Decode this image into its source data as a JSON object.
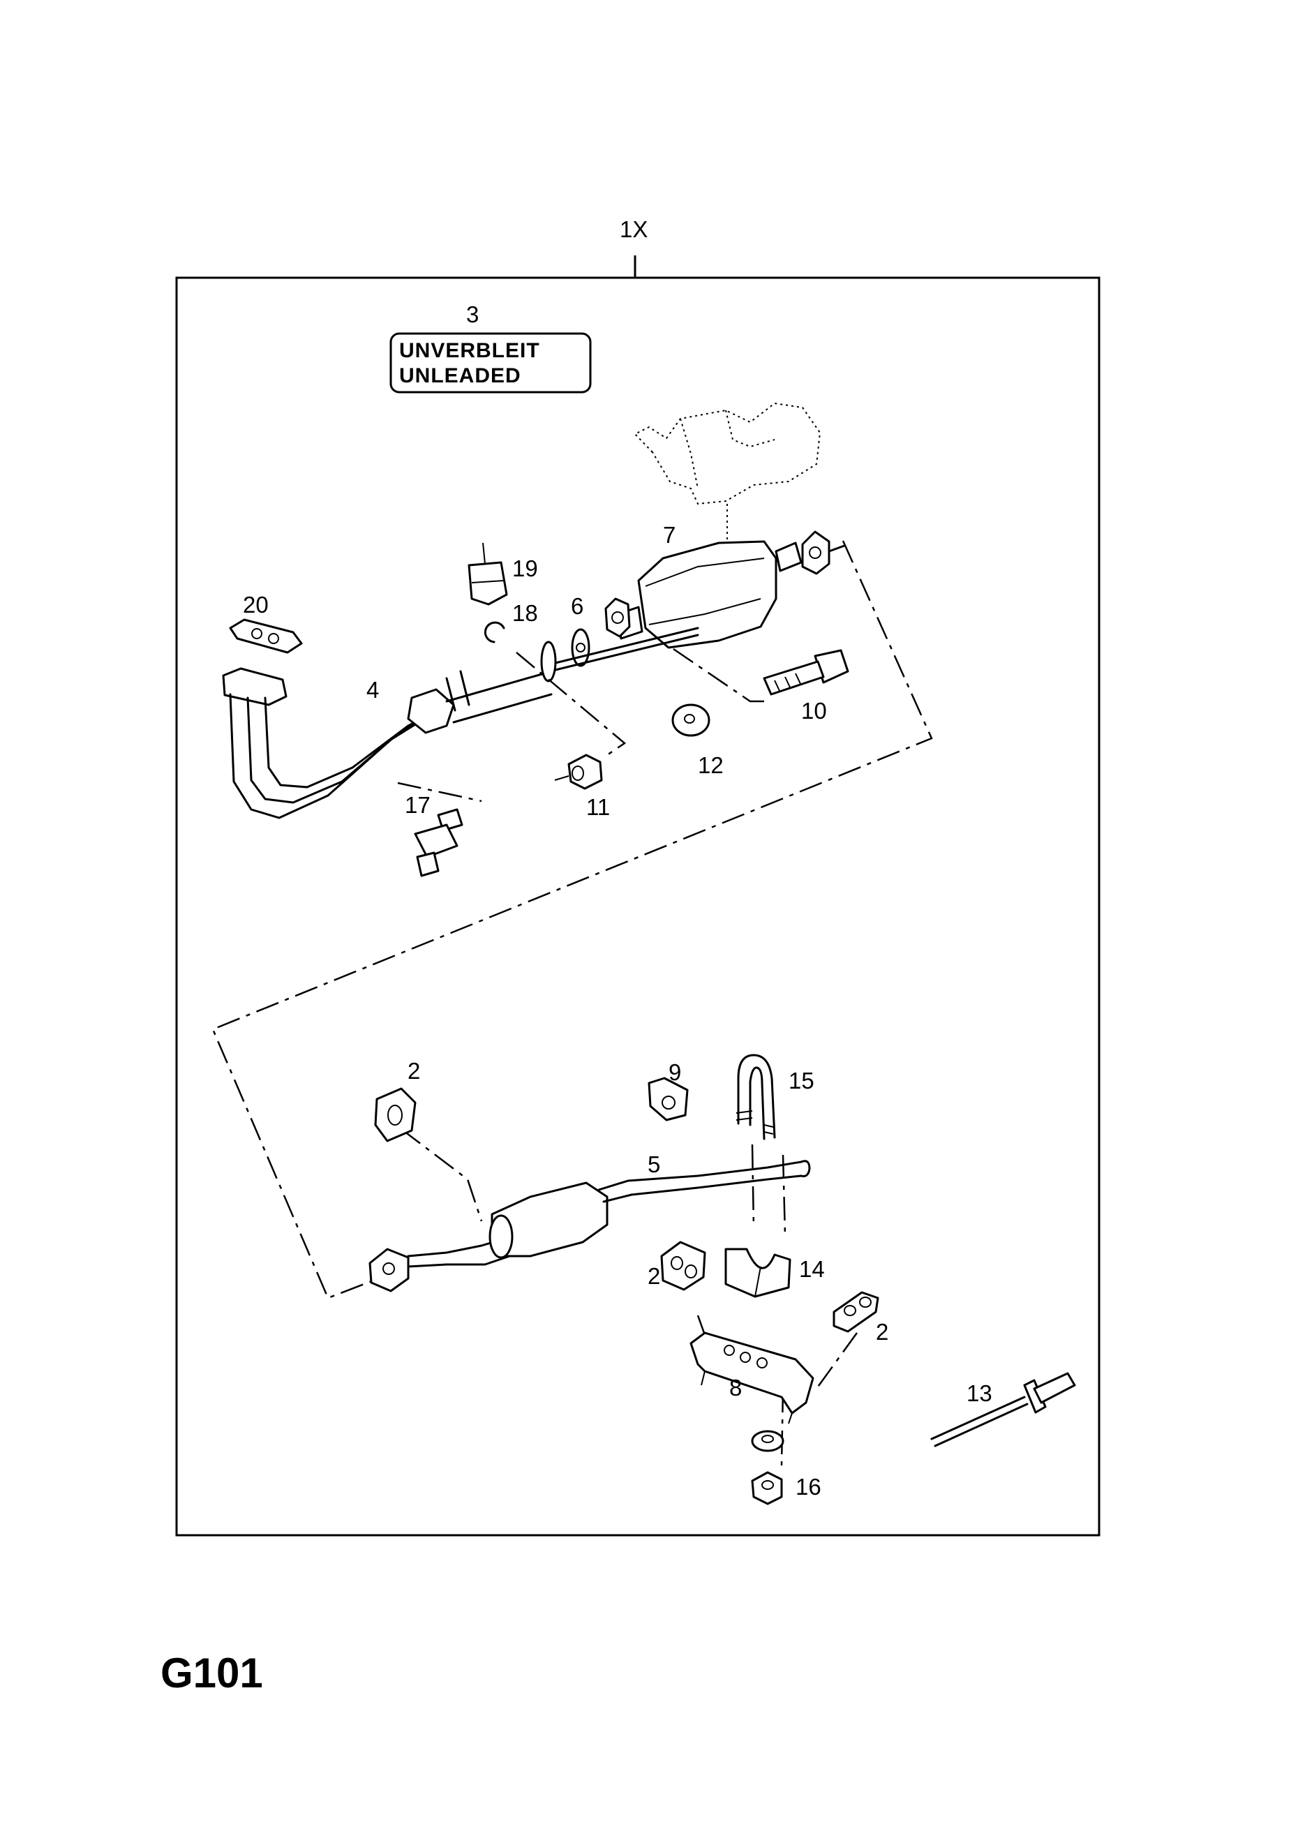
{
  "assembly_label": "1X",
  "plate": {
    "line1": "UNVERBLEIT",
    "line2": "UNLEADED"
  },
  "callouts": {
    "c2a": "2",
    "c2b": "2",
    "c2c": "2",
    "c3": "3",
    "c4": "4",
    "c5": "5",
    "c6": "6",
    "c7": "7",
    "c8": "8",
    "c9": "9",
    "c10": "10",
    "c11": "11",
    "c12": "12",
    "c13": "13",
    "c14": "14",
    "c15": "15",
    "c16": "16",
    "c17": "17",
    "c18": "18",
    "c19": "19",
    "c20": "20"
  },
  "page_code": "G101"
}
